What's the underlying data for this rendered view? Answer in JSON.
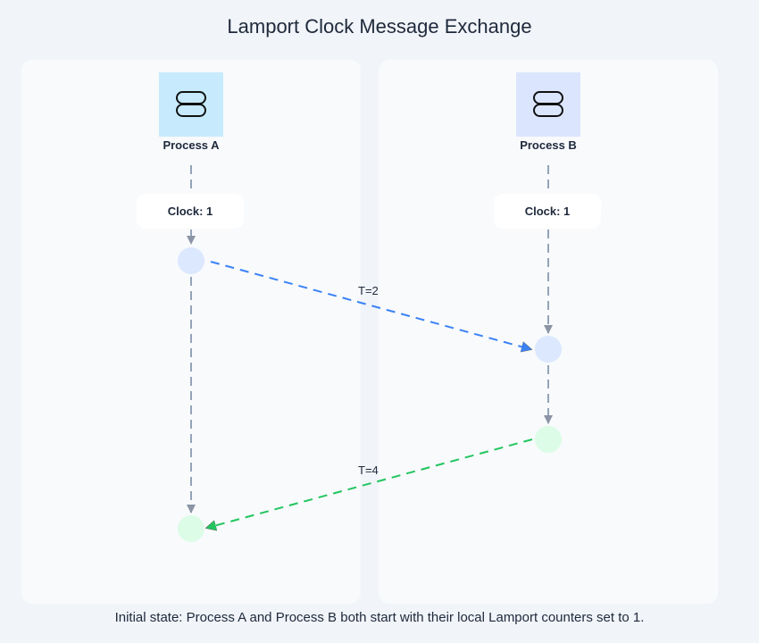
{
  "title": "Lamport Clock Message Exchange",
  "processes": [
    {
      "name": "Process A",
      "clock_label": "Clock: 1",
      "icon": "server-icon",
      "color": "#c7ebfd"
    },
    {
      "name": "Process B",
      "clock_label": "Clock: 1",
      "icon": "server-icon",
      "color": "#dbe6fe"
    }
  ],
  "messages": [
    {
      "from": "Process A",
      "to": "Process B",
      "label": "T=2",
      "color": "#3b82f6"
    },
    {
      "from": "Process B",
      "to": "Process A",
      "label": "T=4",
      "color": "#22c55e"
    }
  ],
  "caption": "Initial state: Process A and Process B both start with their local Lamport counters set to 1."
}
